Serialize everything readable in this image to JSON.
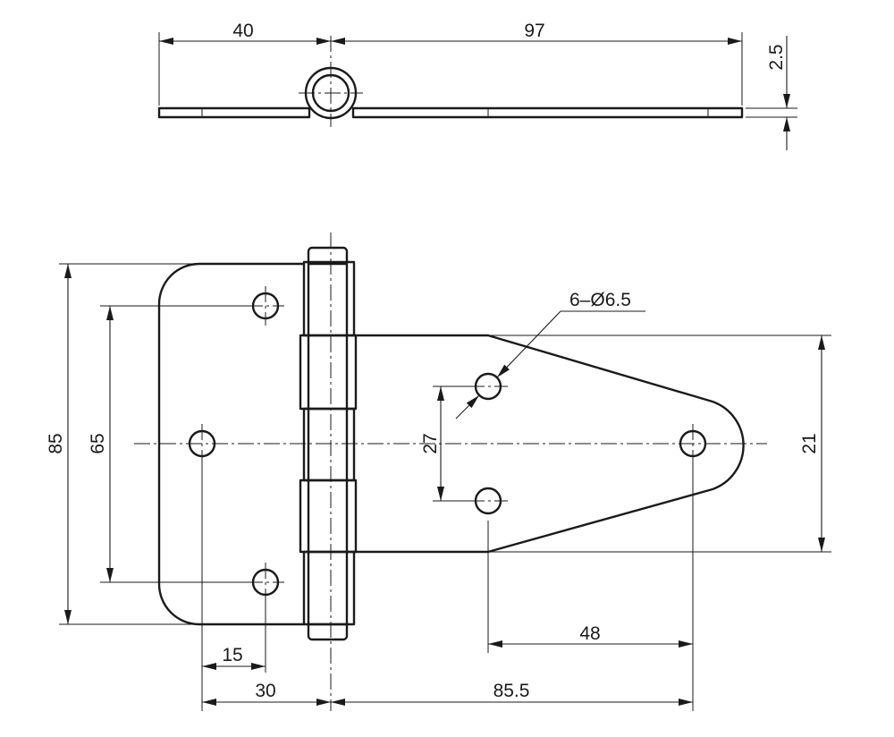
{
  "drawing": {
    "top_view": {
      "dim_leaf_left": "40",
      "dim_leaf_right": "97",
      "dim_thickness": "2.5"
    },
    "front_view": {
      "dim_overall_height": "85",
      "dim_hole_spacing_left": "65",
      "dim_hole_spacing_right": "27",
      "dim_strap_width": "21",
      "dim_holes_callout": "6–Ø6.5",
      "dim_hole_offset": "15",
      "dim_leaf_left_width": "30",
      "dim_leaf_right_length": "85.5",
      "dim_hole_pitch_right": "48"
    }
  }
}
